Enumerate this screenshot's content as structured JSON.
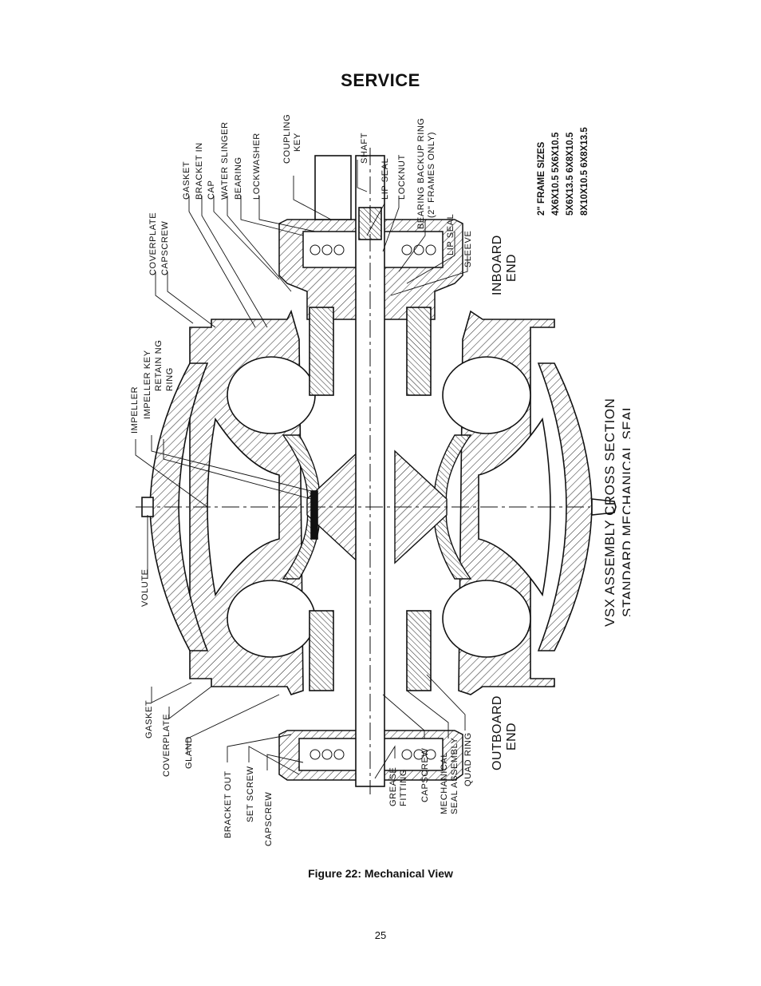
{
  "header": {
    "title": "SERVICE"
  },
  "figure": {
    "caption": "Figure 22:  Mechanical View",
    "diagram_title_line1": "VSX ASSEMBLY CROSS SECTION",
    "diagram_title_line2": "STANDARD MECHANICAL SEAL",
    "inboard_end": [
      "INBOARD",
      "END"
    ],
    "outboard_end": [
      "OUTBOARD",
      "END"
    ],
    "frame_sizes": {
      "title": "2\" FRAME SIZES",
      "rows": [
        "4X6X10.5   5X6X10.5",
        "5X6X13.5   6X8X10.5",
        "8X10X10.5  6X8X13.5"
      ]
    },
    "labels_top": {
      "coverplate": "COVERPLATE",
      "capscrew": "CAPSCREW",
      "gasket": "GASKET",
      "bracket_in": "BRACKET IN",
      "cap": "CAP",
      "water_slinger": "WATER SLINGER",
      "bearing": "BEARING",
      "lockwasher": "LOCKWASHER",
      "coupling_key": [
        "COUPLING",
        "KEY"
      ],
      "shaft": "SHAFT",
      "lip_seal": "LIP SEAL",
      "locknut": "LOCKNUT",
      "bearing_backup_ring": [
        "BEARING BACKUP RING",
        "(2\" FRAMES ONLY)"
      ],
      "lip_seal_2": "LIP SEAL",
      "sleeve": "SLEEVE"
    },
    "labels_mid": {
      "impeller": "IMPELLER",
      "impeller_key": "IMPELLER KEY",
      "retaining_ring": [
        "RETAIN NG",
        "RING"
      ],
      "volute": "VOLUTE"
    },
    "labels_bottom": {
      "gasket": "GASKET",
      "coverplate": "COVERPLATE",
      "gland": "GLAND",
      "bracket_out": "BRACKET OUT",
      "set_screw": "SET SCREW",
      "capscrew": "CAPSCREW",
      "grease_fitting": [
        "GREASE",
        "FITTING"
      ],
      "capscrew_2": "CAPSCREW",
      "mechanical_seal_assembly": [
        "MECHANICAL",
        "SEAL ASSEMBLY"
      ],
      "quad_ring": "QUAD RING"
    }
  },
  "footer": {
    "page_number": "25"
  }
}
